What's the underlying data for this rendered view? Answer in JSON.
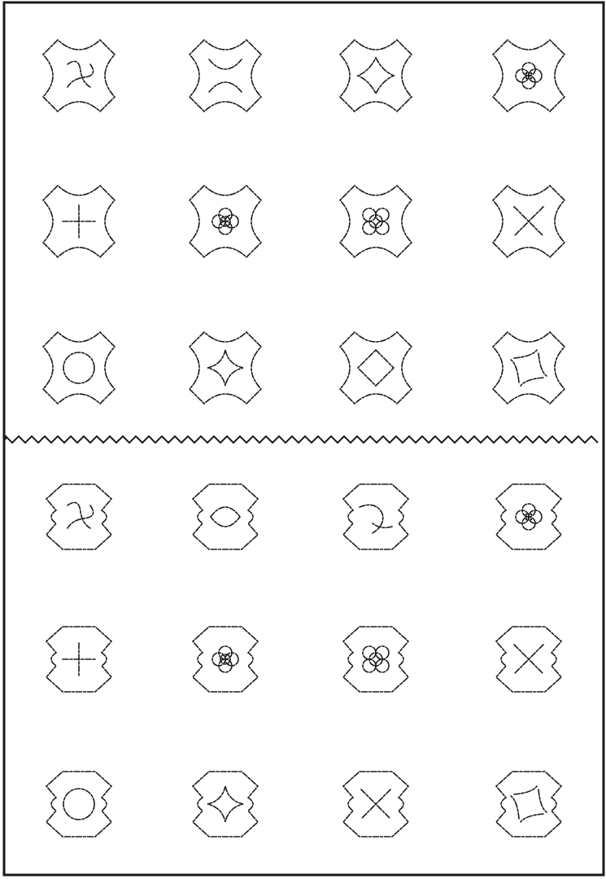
{
  "figure": {
    "colors": {
      "ink": "#1a1a1a",
      "paper": "#ffffff"
    },
    "sections": [
      {
        "id": "upper",
        "outline": "x-shape",
        "rows": [
          [
            "pinwheel-s",
            "crossing-arcs",
            "diamond-arcs",
            "quatrefoil-dotted"
          ],
          [
            "plus",
            "quatrefoil",
            "quatrefoil-double",
            "x-cross"
          ],
          [
            "circle",
            "four-point-star",
            "diamond",
            "twisted-arcs"
          ]
        ]
      },
      {
        "id": "lower",
        "outline": "octagon-notched",
        "rows": [
          [
            "pinwheel-s",
            "circle-arcs",
            "swoosh",
            "quatrefoil-dotted"
          ],
          [
            "plus",
            "quatrefoil",
            "quatrefoil-double",
            "x-cross"
          ],
          [
            "circle",
            "four-point-star",
            "x-cross",
            "twisted-arcs"
          ]
        ]
      }
    ],
    "divider": "zigzag"
  }
}
